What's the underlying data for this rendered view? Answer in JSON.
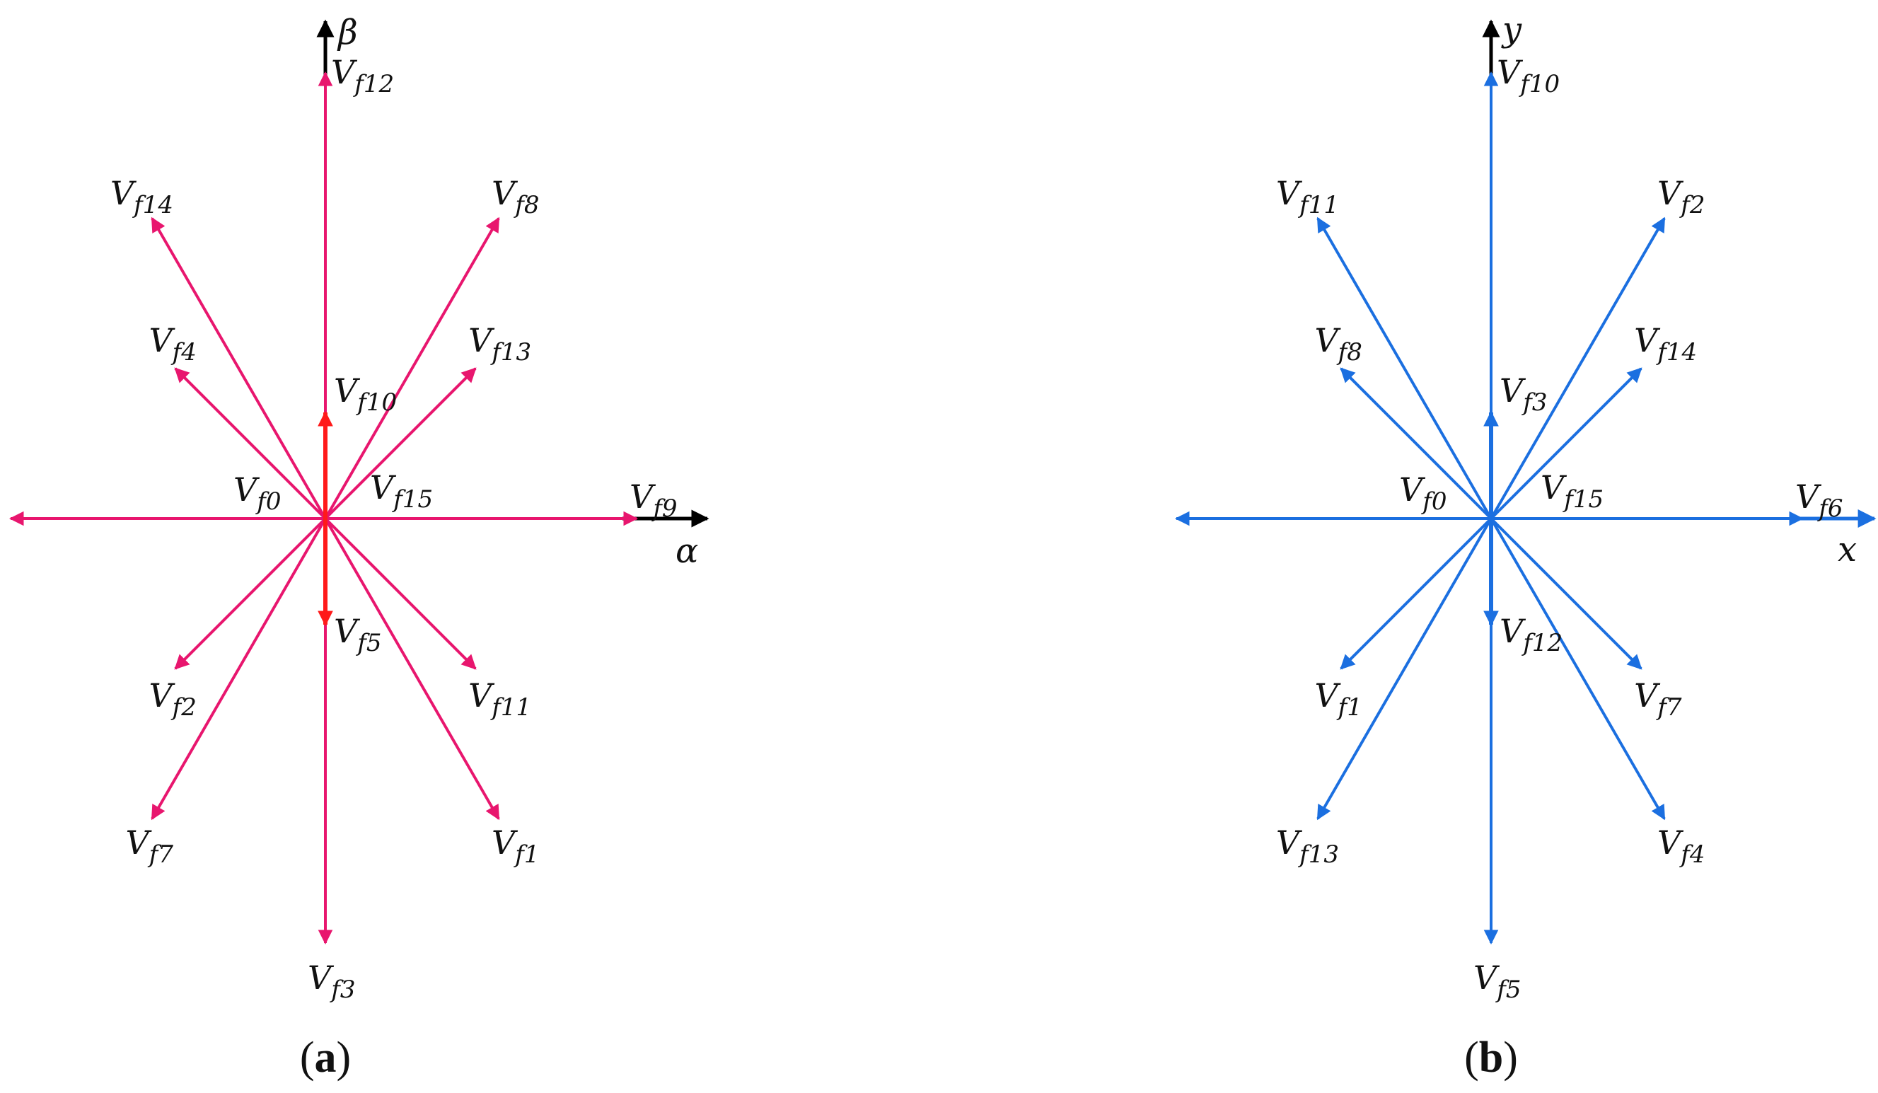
{
  "panels": [
    {
      "id": "a",
      "label_open": "(",
      "label_letter": "a",
      "label_close": ")",
      "color": "#e8166e",
      "center_color": "#ff1a1a",
      "axes": {
        "horizontal": "α",
        "vertical": "β"
      },
      "vectors": [
        {
          "main": "V",
          "sub": "f12",
          "angle": 90,
          "length": "long"
        },
        {
          "main": "V",
          "sub": "f3",
          "angle": 270,
          "length": "long"
        },
        {
          "main": "V",
          "sub": "f9",
          "angle": 0,
          "length": "long"
        },
        {
          "main": "V",
          "sub": "f0",
          "angle": 180,
          "length": "long"
        },
        {
          "main": "V",
          "sub": "f8",
          "angle": 60,
          "length": "long"
        },
        {
          "main": "V",
          "sub": "f14",
          "angle": 120,
          "length": "long"
        },
        {
          "main": "V",
          "sub": "f7",
          "angle": 240,
          "length": "long"
        },
        {
          "main": "V",
          "sub": "f1",
          "angle": 300,
          "length": "long"
        },
        {
          "main": "V",
          "sub": "f13",
          "angle": 45,
          "length": "medium"
        },
        {
          "main": "V",
          "sub": "f4",
          "angle": 135,
          "length": "medium"
        },
        {
          "main": "V",
          "sub": "f2",
          "angle": 225,
          "length": "medium"
        },
        {
          "main": "V",
          "sub": "f11",
          "angle": 315,
          "length": "medium"
        },
        {
          "main": "V",
          "sub": "f10",
          "angle": 90,
          "length": "short"
        },
        {
          "main": "V",
          "sub": "f5",
          "angle": 270,
          "length": "short"
        }
      ],
      "center_label": {
        "main": "V",
        "sub": "f15"
      }
    },
    {
      "id": "b",
      "label_open": "(",
      "label_letter": "b",
      "label_close": ")",
      "color": "#1b6fe0",
      "center_color": "#1b6fe0",
      "axes": {
        "horizontal": "x",
        "vertical": "y"
      },
      "vectors": [
        {
          "main": "V",
          "sub": "f10",
          "angle": 90,
          "length": "long"
        },
        {
          "main": "V",
          "sub": "f5",
          "angle": 270,
          "length": "long"
        },
        {
          "main": "V",
          "sub": "f6",
          "angle": 0,
          "length": "long"
        },
        {
          "main": "V",
          "sub": "f0",
          "angle": 180,
          "length": "long"
        },
        {
          "main": "V",
          "sub": "f2",
          "angle": 60,
          "length": "long"
        },
        {
          "main": "V",
          "sub": "f11",
          "angle": 120,
          "length": "long"
        },
        {
          "main": "V",
          "sub": "f13",
          "angle": 240,
          "length": "long"
        },
        {
          "main": "V",
          "sub": "f4",
          "angle": 300,
          "length": "long"
        },
        {
          "main": "V",
          "sub": "f14",
          "angle": 45,
          "length": "medium"
        },
        {
          "main": "V",
          "sub": "f8",
          "angle": 135,
          "length": "medium"
        },
        {
          "main": "V",
          "sub": "f1",
          "angle": 225,
          "length": "medium"
        },
        {
          "main": "V",
          "sub": "f7",
          "angle": 315,
          "length": "medium"
        },
        {
          "main": "V",
          "sub": "f3",
          "angle": 90,
          "length": "short"
        },
        {
          "main": "V",
          "sub": "f12",
          "angle": 270,
          "length": "short"
        }
      ],
      "center_label": {
        "main": "V",
        "sub": "f15"
      }
    }
  ]
}
